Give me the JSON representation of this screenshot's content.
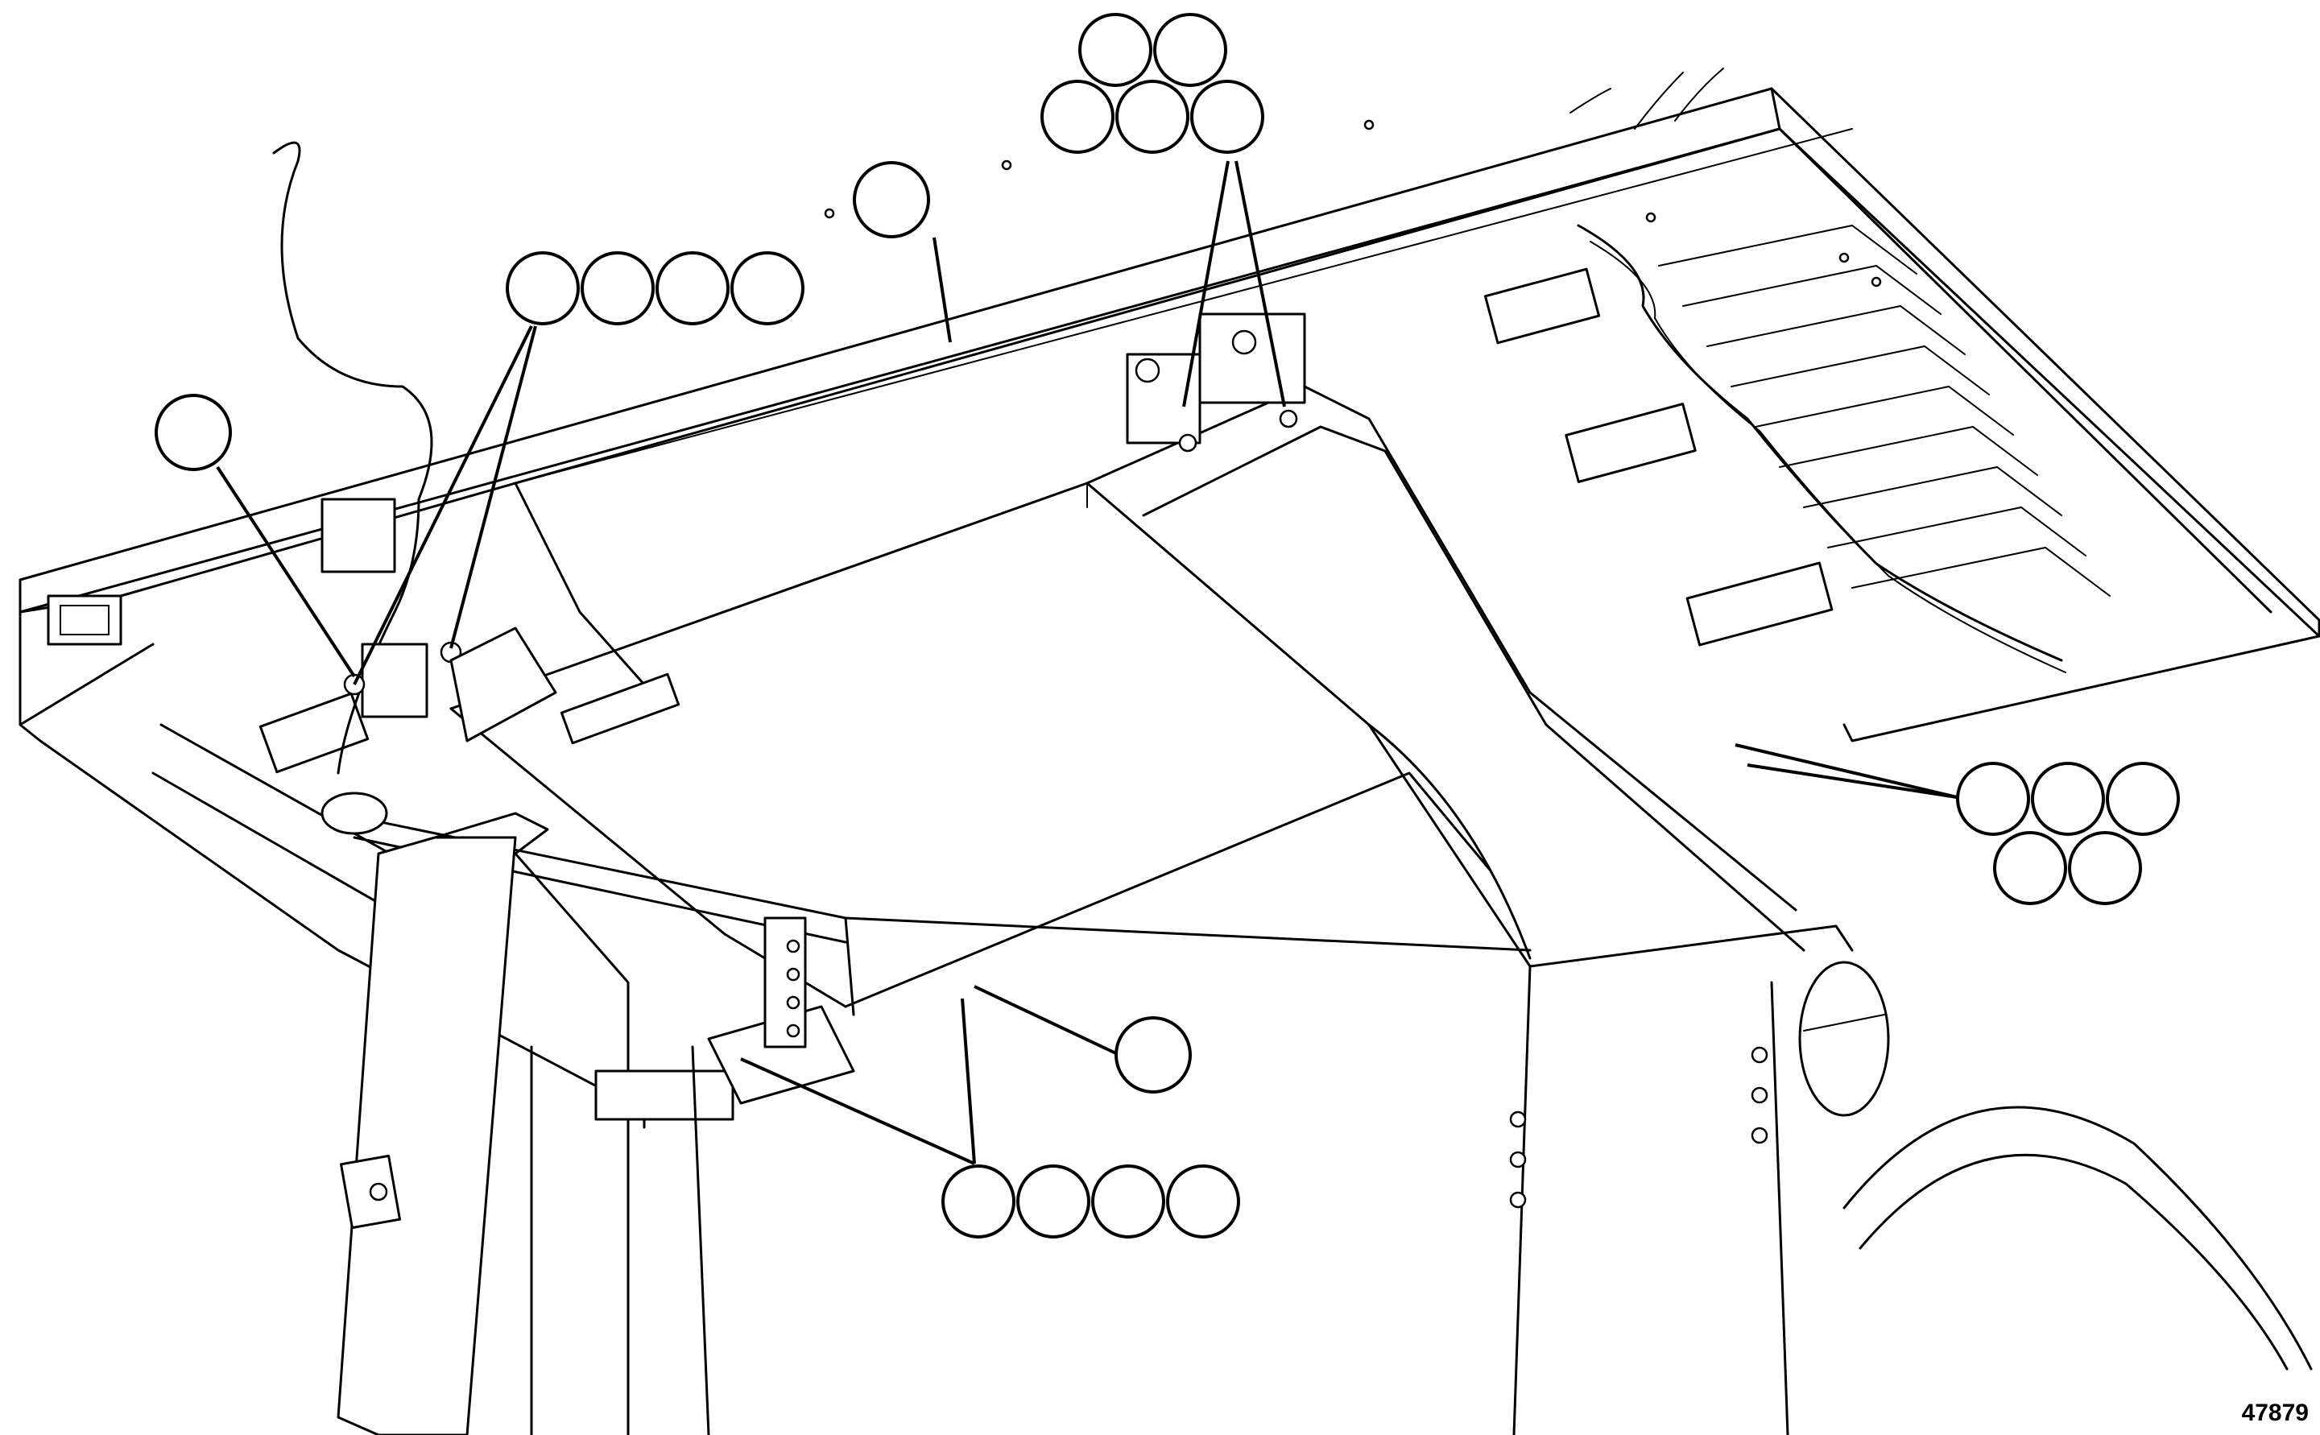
{
  "figure": {
    "figure_number": "47879"
  },
  "callout_groups": [
    {
      "id": "top-center",
      "bubbles": 5
    },
    {
      "id": "upper-left",
      "bubbles": 4
    },
    {
      "id": "right",
      "bubbles": 5
    },
    {
      "id": "bottom-center",
      "bubbles": 4
    },
    {
      "id": "single-top",
      "bubbles": 1
    },
    {
      "id": "single-left",
      "bubbles": 1
    },
    {
      "id": "single-center",
      "bubbles": 1
    }
  ],
  "colors": {
    "line": "#000000",
    "background": "#ffffff"
  }
}
